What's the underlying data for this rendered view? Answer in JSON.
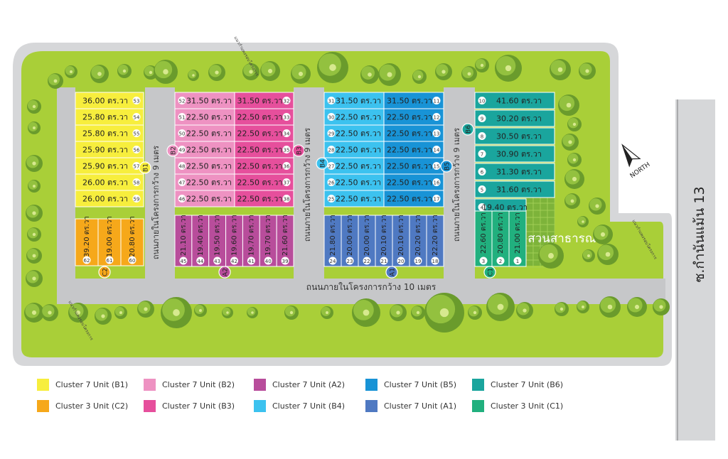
{
  "map": {
    "road_main": "ถนนภายในโครงการกว้าง 10 เมตร",
    "road_inner_1": "ถนนภายในโครงการกว้าง 9 เมตร",
    "road_inner_2": "ถนนภายในโครงการกว้าง 9 เมตร",
    "road_inner_3": "ถนนภายในโครงการกว้าง 9 เมตร",
    "street_name": "ซ.กำนันแม้น 13",
    "park_label": "สวนสาธารณะ",
    "north_label": "NORTH",
    "area_unit": "ตร.วา",
    "wall_texts": [
      "แนวกำแพงรอบโครงการ",
      "แนวกำแพงรอบโครงการ",
      "แนวกำแพงรอบโครงการ"
    ]
  },
  "colors": {
    "B1": "#f7ee3d",
    "C2": "#f6a81a",
    "B2": "#ee92c2",
    "B3": "#e64f9c",
    "A2": "#b84d9b",
    "B4": "#3cc2ef",
    "B5": "#1893d6",
    "A1": "#4f79c2",
    "B6": "#1aa59d",
    "C1": "#21b07e",
    "grass": "#a9cf38",
    "road": "#c6c7c9"
  },
  "clusters": {
    "B1": {
      "label": "B1",
      "units": [
        {
          "no": "53",
          "area": "36.00"
        },
        {
          "no": "54",
          "area": "25.80"
        },
        {
          "no": "55",
          "area": "25.80"
        },
        {
          "no": "56",
          "area": "25.90"
        },
        {
          "no": "57",
          "area": "25.90"
        },
        {
          "no": "58",
          "area": "26.00"
        },
        {
          "no": "59",
          "area": "26.00"
        }
      ]
    },
    "C2": {
      "label": "C2",
      "units": [
        {
          "no": "62",
          "area": "39.20"
        },
        {
          "no": "61",
          "area": "19.00"
        },
        {
          "no": "60",
          "area": "20.80"
        }
      ]
    },
    "B2": {
      "label": "B2",
      "units": [
        {
          "no": "52",
          "area": "31.50"
        },
        {
          "no": "51",
          "area": "22.50"
        },
        {
          "no": "50",
          "area": "22.50"
        },
        {
          "no": "49",
          "area": "22.50"
        },
        {
          "no": "48",
          "area": "22.50"
        },
        {
          "no": "47",
          "area": "22.50"
        },
        {
          "no": "46",
          "area": "22.50"
        }
      ]
    },
    "B3": {
      "label": "B3",
      "units": [
        {
          "no": "32",
          "area": "31.50"
        },
        {
          "no": "33",
          "area": "22.50"
        },
        {
          "no": "34",
          "area": "22.50"
        },
        {
          "no": "35",
          "area": "22.50"
        },
        {
          "no": "36",
          "area": "22.50"
        },
        {
          "no": "37",
          "area": "22.50"
        },
        {
          "no": "38",
          "area": "22.50"
        }
      ]
    },
    "A2": {
      "label": "A2",
      "units": [
        {
          "no": "45",
          "area": "21.10"
        },
        {
          "no": "44",
          "area": "19.40"
        },
        {
          "no": "43",
          "area": "19.50"
        },
        {
          "no": "42",
          "area": "19.60"
        },
        {
          "no": "41",
          "area": "19.70"
        },
        {
          "no": "40",
          "area": "19.70"
        },
        {
          "no": "39",
          "area": "21.60"
        }
      ]
    },
    "B4": {
      "label": "B4",
      "units": [
        {
          "no": "31",
          "area": "31.50"
        },
        {
          "no": "30",
          "area": "22.50"
        },
        {
          "no": "29",
          "area": "22.50"
        },
        {
          "no": "28",
          "area": "22.50"
        },
        {
          "no": "27",
          "area": "22.50"
        },
        {
          "no": "26",
          "area": "22.50"
        },
        {
          "no": "25",
          "area": "22.50"
        }
      ]
    },
    "B5": {
      "label": "B5",
      "units": [
        {
          "no": "11",
          "area": "31.50"
        },
        {
          "no": "12",
          "area": "22.50"
        },
        {
          "no": "13",
          "area": "22.50"
        },
        {
          "no": "14",
          "area": "22.50"
        },
        {
          "no": "15",
          "area": "22.50"
        },
        {
          "no": "16",
          "area": "22.50"
        },
        {
          "no": "17",
          "area": "22.50"
        }
      ]
    },
    "A1": {
      "label": "A1",
      "units": [
        {
          "no": "24",
          "area": "21.80"
        },
        {
          "no": "23",
          "area": "20.00"
        },
        {
          "no": "22",
          "area": "20.00"
        },
        {
          "no": "21",
          "area": "20.10"
        },
        {
          "no": "20",
          "area": "20.10"
        },
        {
          "no": "19",
          "area": "20.20"
        },
        {
          "no": "18",
          "area": "22.20"
        }
      ]
    },
    "B6": {
      "label": "B6",
      "units": [
        {
          "no": "10",
          "area": "41.60"
        },
        {
          "no": "9",
          "area": "30.20"
        },
        {
          "no": "8",
          "area": "30.50"
        },
        {
          "no": "7",
          "area": "30.90"
        },
        {
          "no": "6",
          "area": "31.30"
        },
        {
          "no": "5",
          "area": "31.60"
        },
        {
          "no": "4",
          "area": "19.40"
        }
      ]
    },
    "C1": {
      "label": "C1",
      "units": [
        {
          "no": "3",
          "area": "22.60"
        },
        {
          "no": "2",
          "area": "20.80"
        },
        {
          "no": "1",
          "area": "21.00"
        }
      ]
    }
  },
  "legend": [
    {
      "id": "B1",
      "label": "Cluster 7 Unit (B1)"
    },
    {
      "id": "C2",
      "label": "Cluster 3 Unit (C2)"
    },
    {
      "id": "B2",
      "label": "Cluster 7 Unit (B2)"
    },
    {
      "id": "B3",
      "label": "Cluster 7 Unit (B3)"
    },
    {
      "id": "A2",
      "label": "Cluster 7 Unit (A2)"
    },
    {
      "id": "B4",
      "label": "Cluster 7 Unit (B4)"
    },
    {
      "id": "B5",
      "label": "Cluster 7 Unit (B5)"
    },
    {
      "id": "A1",
      "label": "Cluster 7 Unit (A1)"
    },
    {
      "id": "B6",
      "label": "Cluster 7 Unit (B6)"
    },
    {
      "id": "C1",
      "label": "Cluster 3 Unit (C1)"
    }
  ]
}
